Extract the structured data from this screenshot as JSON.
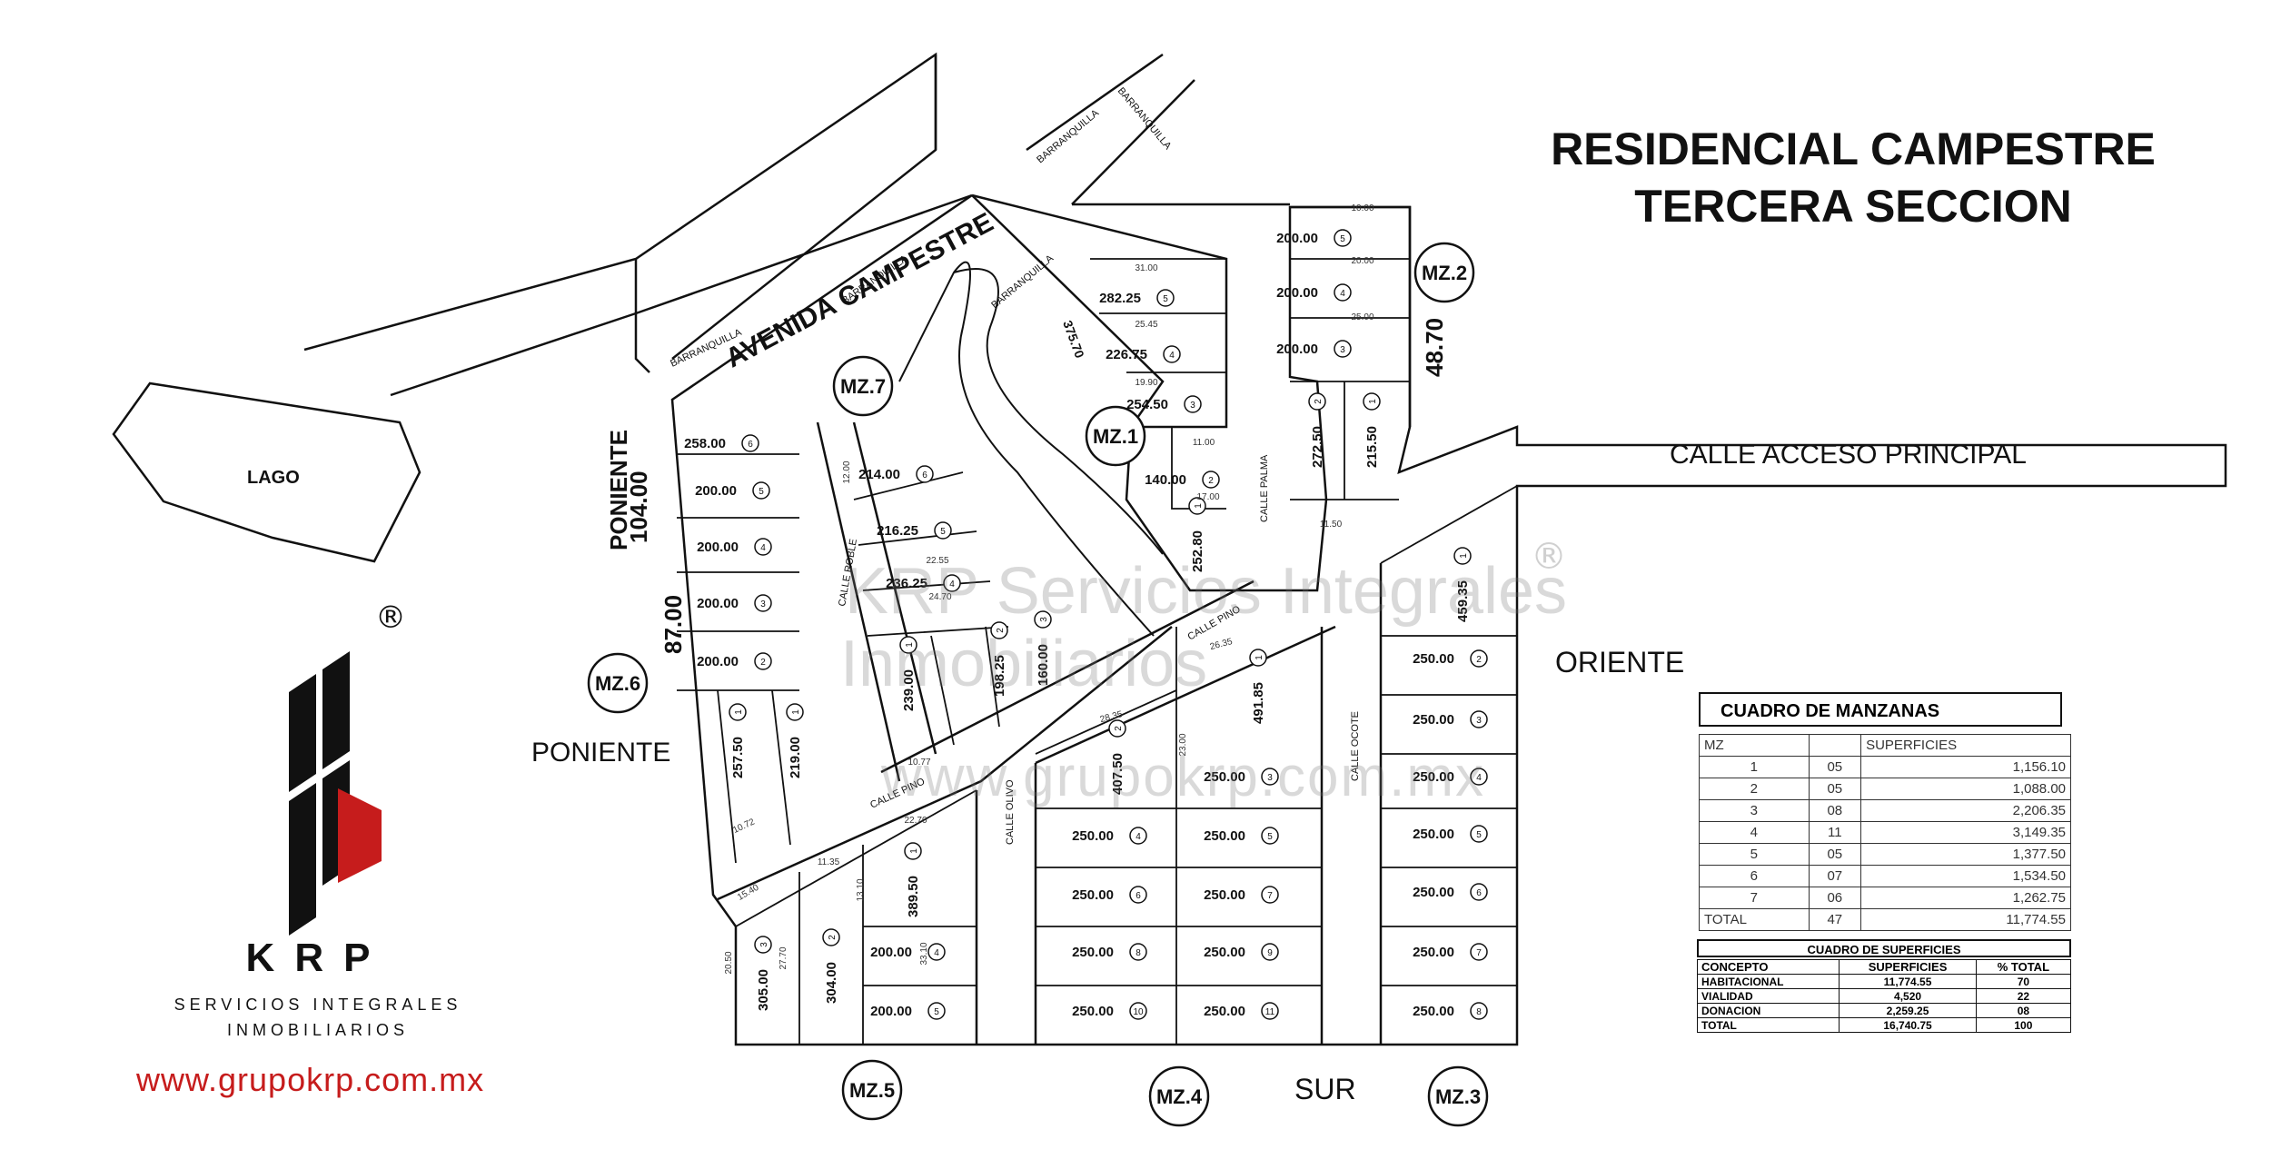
{
  "title": {
    "line1": "RESIDENCIAL CAMPESTRE",
    "line2": "TERCERA SECCION"
  },
  "streets": {
    "avenida": "AVENIDA CAMPESTRE",
    "acceso": "CALLE ACCESO PRINCIPAL",
    "lago": "LAGO",
    "poniente": "PONIENTE",
    "oriente": "ORIENTE",
    "sur": "SUR",
    "barranquilla": "BARRANQUILLA",
    "calle_palma": "CALLE PALMA",
    "calle_roble": "CALLE ROBLE",
    "calle_pino": "CALLE PINO",
    "calle_olivo": "CALLE OLIVO",
    "calle_ocote": "CALLE OCOTE"
  },
  "dims": {
    "poniente_a": "104.00",
    "poniente_b": "87.00",
    "oriente_mz2": "48.70",
    "barranca": "375.70"
  },
  "manzanas": [
    "MZ.1",
    "MZ.2",
    "MZ.3",
    "MZ.4",
    "MZ.5",
    "MZ.6",
    "MZ.7"
  ],
  "lots": [
    {
      "area": "200.00",
      "num": "5"
    },
    {
      "area": "200.00",
      "num": "4"
    },
    {
      "area": "200.00",
      "num": "3"
    },
    {
      "area": "272.50",
      "num": "2"
    },
    {
      "area": "215.50",
      "num": "1"
    },
    {
      "area": "282.25",
      "num": "5"
    },
    {
      "area": "226.75",
      "num": "4"
    },
    {
      "area": "254.50",
      "num": "3"
    },
    {
      "area": "140.00",
      "num": "2"
    },
    {
      "area": "252.80",
      "num": "1"
    },
    {
      "area": "258.00",
      "num": "6"
    },
    {
      "area": "200.00",
      "num": "5"
    },
    {
      "area": "200.00",
      "num": "4"
    },
    {
      "area": "200.00",
      "num": "3"
    },
    {
      "area": "200.00",
      "num": "2"
    },
    {
      "area": "257.50",
      "num": "1"
    },
    {
      "area": "219.00",
      "num": "1"
    },
    {
      "area": "214.00",
      "num": "6"
    },
    {
      "area": "216.25",
      "num": "5"
    },
    {
      "area": "236.25",
      "num": "4"
    },
    {
      "area": "239.00",
      "num": "1"
    },
    {
      "area": "198.25",
      "num": "2"
    },
    {
      "area": "160.00",
      "num": "3"
    },
    {
      "area": "491.85",
      "num": "1"
    },
    {
      "area": "407.50",
      "num": "2"
    },
    {
      "area": "250.00",
      "num": "3"
    },
    {
      "area": "250.00",
      "num": "4"
    },
    {
      "area": "250.00",
      "num": "5"
    },
    {
      "area": "250.00",
      "num": "6"
    },
    {
      "area": "250.00",
      "num": "7"
    },
    {
      "area": "250.00",
      "num": "8"
    },
    {
      "area": "250.00",
      "num": "9"
    },
    {
      "area": "250.00",
      "num": "10"
    },
    {
      "area": "250.00",
      "num": "11"
    },
    {
      "area": "459.35",
      "num": "1"
    },
    {
      "area": "250.00",
      "num": "2"
    },
    {
      "area": "250.00",
      "num": "3"
    },
    {
      "area": "250.00",
      "num": "4"
    },
    {
      "area": "250.00",
      "num": "5"
    },
    {
      "area": "250.00",
      "num": "6"
    },
    {
      "area": "250.00",
      "num": "7"
    },
    {
      "area": "250.00",
      "num": "8"
    },
    {
      "area": "389.50",
      "num": "1"
    },
    {
      "area": "200.00",
      "num": "4"
    },
    {
      "area": "200.00",
      "num": "5"
    },
    {
      "area": "305.00",
      "num": "3"
    },
    {
      "area": "304.00",
      "num": "2"
    }
  ],
  "small_dims": [
    "10.00",
    "20.00",
    "25.00",
    "31.00",
    "25.45",
    "19.90",
    "11.00",
    "17.00",
    "11.50",
    "10.72",
    "15.40",
    "22.70",
    "28.35",
    "26.35",
    "10.77",
    "12.00",
    "20.50",
    "24.70",
    "22.55",
    "23.00",
    "11.35",
    "13.10",
    "33.10",
    "27.70"
  ],
  "logo": {
    "brand": "KRP",
    "tagline1": "SERVICIOS INTEGRALES",
    "tagline2": "INMOBILIARIOS",
    "web": "www.grupokrp.com.mx",
    "reg": "®"
  },
  "watermark": {
    "line1": "KRP Servicios Integrales",
    "line2": "Inmobiliarios",
    "line3": "www.grupokrp.com.mx",
    "reg": "®"
  },
  "cuadro_manzanas": {
    "title": "CUADRO DE MANZANAS",
    "headers": [
      "MZ",
      "",
      "SUPERFICIES"
    ],
    "rows": [
      [
        "1",
        "05",
        "1,156.10"
      ],
      [
        "2",
        "05",
        "1,088.00"
      ],
      [
        "3",
        "08",
        "2,206.35"
      ],
      [
        "4",
        "11",
        "3,149.35"
      ],
      [
        "5",
        "05",
        "1,377.50"
      ],
      [
        "6",
        "07",
        "1,534.50"
      ],
      [
        "7",
        "06",
        "1,262.75"
      ]
    ],
    "total": [
      "TOTAL",
      "47",
      "11,774.55"
    ]
  },
  "cuadro_superficies": {
    "title": "CUADRO DE SUPERFICIES",
    "headers": [
      "CONCEPTO",
      "SUPERFICIES",
      "% TOTAL"
    ],
    "rows": [
      [
        "HABITACIONAL",
        "11,774.55",
        "70"
      ],
      [
        "VIALIDAD",
        "4,520",
        "22"
      ],
      [
        "DONACION",
        "2,259.25",
        "08"
      ],
      [
        "TOTAL",
        "16,740.75",
        "100"
      ]
    ]
  },
  "colors": {
    "red": "#c61c1c",
    "black": "#111111"
  }
}
